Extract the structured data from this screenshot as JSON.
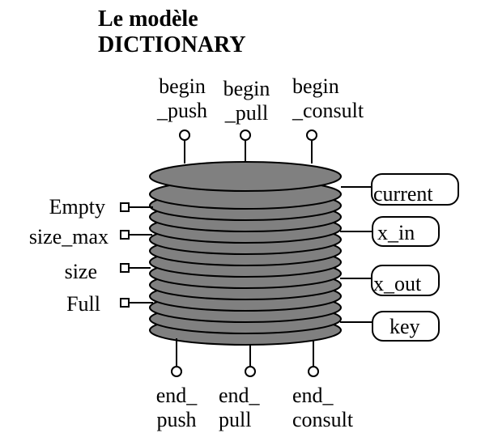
{
  "title": {
    "line1": "Le modèle",
    "line2": "DICTIONARY"
  },
  "top_ports": [
    {
      "line1": "begin",
      "line2": "_push"
    },
    {
      "line1": "begin",
      "line2": "_pull"
    },
    {
      "line1": "begin",
      "line2": "_consult"
    }
  ],
  "bottom_ports": [
    {
      "line1": "end_",
      "line2": "push"
    },
    {
      "line1": "end_",
      "line2": "pull"
    },
    {
      "line1": "end_",
      "line2": "consult"
    }
  ],
  "left_ports": [
    "Empty",
    "size_max",
    "size",
    "Full"
  ],
  "right_ports": [
    "current",
    "x_in",
    "x_out",
    "key"
  ],
  "colors": {
    "body_fill": "#808080",
    "stroke": "#000000",
    "background": "#ffffff"
  }
}
